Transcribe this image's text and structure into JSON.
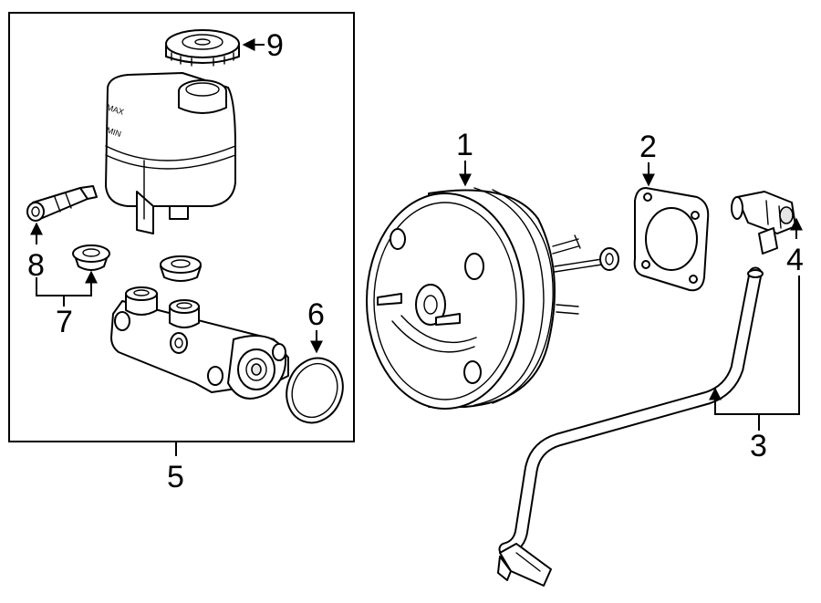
{
  "callouts": {
    "c1": "1",
    "c2": "2",
    "c3": "3",
    "c4": "4",
    "c5": "5",
    "c6": "6",
    "c7": "7",
    "c8": "8",
    "c9": "9"
  },
  "reservoir_text": {
    "max": "MAX",
    "min": "MIN"
  }
}
